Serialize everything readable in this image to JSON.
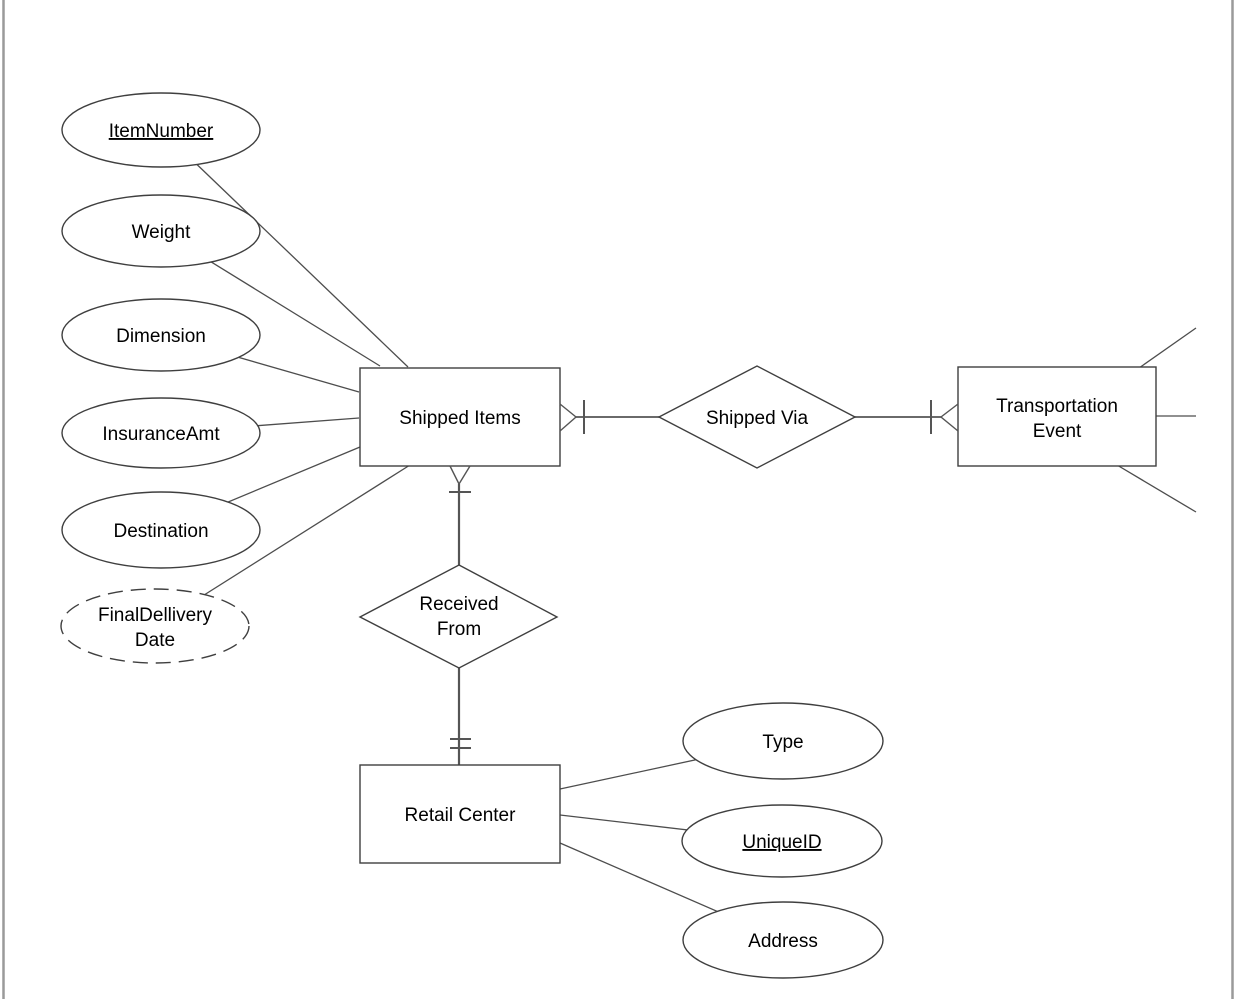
{
  "page": {
    "background": "#ffffff",
    "border_color": "#9a9a9a"
  },
  "colors": {
    "shape_stroke": "#3f3f3f",
    "connector_stroke": "#4d4d4d",
    "relationship_stroke": "#555555",
    "text": "#000000"
  },
  "entities": {
    "shipped_items": {
      "label": "Shipped Items"
    },
    "transportation_event": {
      "line1": "Transportation",
      "line2": "Event"
    },
    "retail_center": {
      "label": "Retail Center"
    }
  },
  "relationships": {
    "shipped_via": {
      "label": "Shipped Via"
    },
    "received_from": {
      "line1": "Received",
      "line2": "From"
    }
  },
  "attributes": {
    "item_number": {
      "label": "ItemNumber",
      "is_key": true,
      "owner": "shipped_items"
    },
    "weight": {
      "label": "Weight",
      "owner": "shipped_items"
    },
    "dimension": {
      "label": "Dimension",
      "owner": "shipped_items"
    },
    "insurance_amt": {
      "label": "InsuranceAmt",
      "owner": "shipped_items"
    },
    "destination": {
      "label": "Destination",
      "owner": "shipped_items"
    },
    "final_dellivery_date": {
      "line1": "FinalDellivery",
      "line2": "Date",
      "derived_dashed": true,
      "owner": "shipped_items"
    },
    "type": {
      "label": "Type",
      "owner": "retail_center"
    },
    "unique_id": {
      "label": "UniqueID",
      "is_key": true,
      "owner": "retail_center"
    },
    "address": {
      "label": "Address",
      "owner": "retail_center"
    }
  },
  "notation": {
    "crow_foot": "many",
    "single_tick": "one",
    "double_tick": "one-and-only-one"
  }
}
